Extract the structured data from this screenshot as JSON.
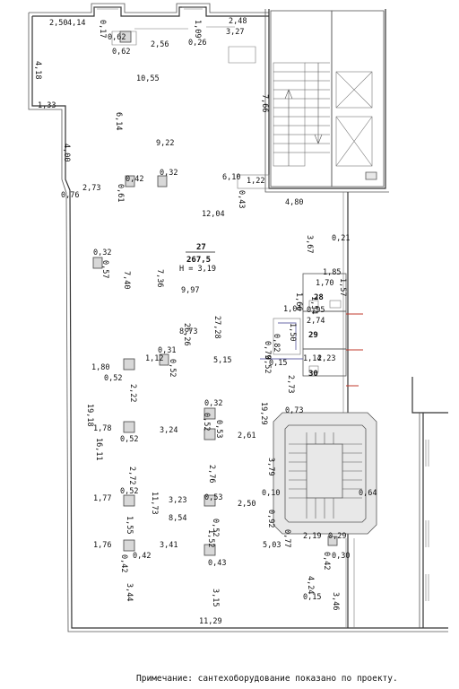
{
  "plan": {
    "note": "Примечание: сантехоборудование показано по проекту.",
    "main_room": {
      "number": "27",
      "area": "267,5",
      "height": "H = 3,19"
    },
    "small_rooms": [
      "28",
      "29",
      "30"
    ],
    "dimensions": [
      "2,50",
      "4,14",
      "0,17",
      "0,62",
      "0,62",
      "2,56",
      "0,26",
      "1,09",
      "2,48",
      "3,27",
      "4,18",
      "10,55",
      "1,33",
      "6,14",
      "4,00",
      "9,22",
      "2,73",
      "0,61",
      "0,42",
      "0,32",
      "6,10",
      "1,22",
      "0,76",
      "0,43",
      "4,80",
      "12,04",
      "7,66",
      "3,67",
      "0,21",
      "0,32",
      "0,57",
      "7,40",
      "7,36",
      "9,97",
      "1,85",
      "1,57",
      "1,70",
      "1,66",
      "1,54",
      "1,04",
      "0,95",
      "2,74",
      "8,73",
      "26,26",
      "27,28",
      "1,50",
      "0,82",
      "0,79",
      "1,12",
      "0,31",
      "0,52",
      "5,15",
      "1,80",
      "0,52",
      "2,22",
      "0,52",
      "0,15",
      "1,14",
      "2,23",
      "2,73",
      "0,32",
      "0,52",
      "0,53",
      "19,18",
      "1,78",
      "3,24",
      "0,52",
      "2,61",
      "19,29",
      "0,73",
      "16,11",
      "2,72",
      "2,76",
      "3,79",
      "1,77",
      "0,52",
      "11,73",
      "3,23",
      "0,53",
      "2,50",
      "0,10",
      "0,64",
      "1,55",
      "8,54",
      "0,52",
      "0,92",
      "1,52",
      "0,77",
      "1,76",
      "3,41",
      "2,19",
      "0,29",
      "0,42",
      "5,03",
      "0,42",
      "0,43",
      "0,42",
      "0,30",
      "4,24",
      "3,44",
      "3,15",
      "3,46",
      "0,15",
      "11,29"
    ]
  }
}
